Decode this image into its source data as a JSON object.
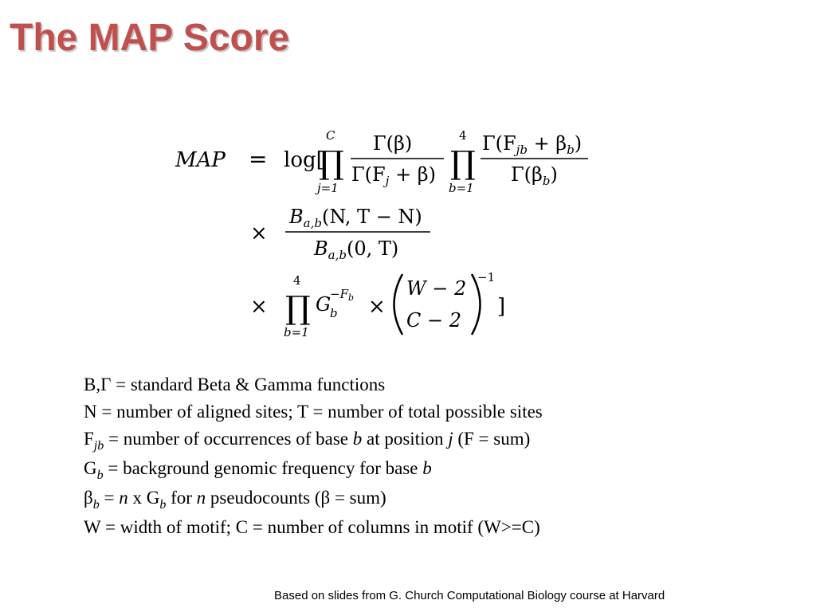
{
  "slide": {
    "title": "The MAP Score",
    "title_color": "#c0504d",
    "footer": "Based on slides from G. Church Computational Biology course at Harvard"
  },
  "formula": {
    "lhs": "MAP",
    "equals": "=",
    "log_bracket": "log[",
    "close_bracket": "]",
    "product1_upper": "C",
    "product1_lower": "j=1",
    "frac1_num": "Γ(β)",
    "frac1_den": "Γ(F",
    "frac1_den_sub": "j",
    "frac1_den_tail": " + β)",
    "product2_upper": "4",
    "product2_lower": "b=1",
    "frac2_num": "Γ(F",
    "frac2_num_sub1": "jb",
    "frac2_num_mid": " + β",
    "frac2_num_sub2": "b",
    "frac2_num_tail": ")",
    "frac2_den": "Γ(β",
    "frac2_den_sub": "b",
    "frac2_den_tail": ")",
    "times1": "×",
    "frac3_num": "B",
    "frac3_num_sub": "a,b",
    "frac3_num_tail": "(N, T − N)",
    "frac3_den": "B",
    "frac3_den_sub": "a,b",
    "frac3_den_tail": "(0, T)",
    "times2": "×",
    "product3_upper": "4",
    "product3_lower": "b=1",
    "g_base": "G",
    "g_sub": "b",
    "g_sup": "−F",
    "g_sup_sub": "b",
    "times3": "×",
    "binom_top": "W − 2",
    "binom_bottom": "C − 2",
    "binom_exp": "−1",
    "product_symbol": "∏"
  },
  "definitions": {
    "line1": {
      "a": "B,Γ = standard Beta & Gamma functions"
    },
    "line2": {
      "a": "N = number of aligned sites; T = number of total possible sites"
    },
    "line3": {
      "a": "F",
      "sub": "jb",
      "b": " = number of occurrences of base ",
      "c": "b",
      "d": " at position ",
      "e": "j",
      "f": " (F  = sum)"
    },
    "line4": {
      "a": "G",
      "sub": "b",
      "b": " = background genomic frequency for base ",
      "c": "b"
    },
    "line5": {
      "a": "β",
      "sub": "b",
      "b": " = ",
      "c": "n",
      "d": " x G",
      "sub2": "b",
      "e": " for ",
      "f": "n",
      "g": " pseudocounts    (β  = sum)"
    },
    "line6": {
      "a": "W = width of motif; C = number of columns in motif  (W>=C)"
    }
  }
}
